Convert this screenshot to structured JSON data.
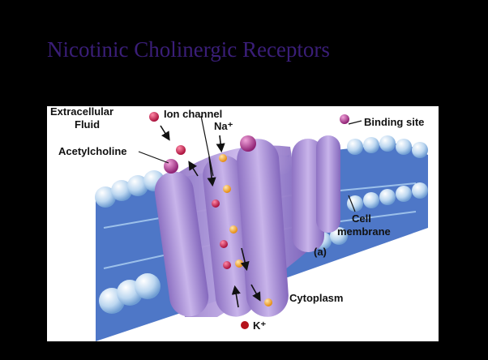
{
  "slide": {
    "title": "Nicotinic Cholinergic Receptors"
  },
  "diagram": {
    "labels": {
      "extracellular_line1": "Extracellular",
      "extracellular_line2": "Fluid",
      "ion_channel": "Ion channel",
      "na": "Na⁺",
      "binding_site": "Binding site",
      "acetylcholine": "Acetylcholine",
      "cell": "Cell",
      "membrane": "membrane",
      "panel": "(a)",
      "cytoplasm": "Cytoplasm",
      "k": "K⁺"
    },
    "colors": {
      "protein": "#a78bd3",
      "membrane_head": "#cfe4f6",
      "membrane_tail": "#2f5fbd",
      "acetylcholine": "#c21848",
      "sodium": "#f2a11c",
      "potassium": "#b5121b",
      "binding_site": "#b0308e"
    }
  }
}
